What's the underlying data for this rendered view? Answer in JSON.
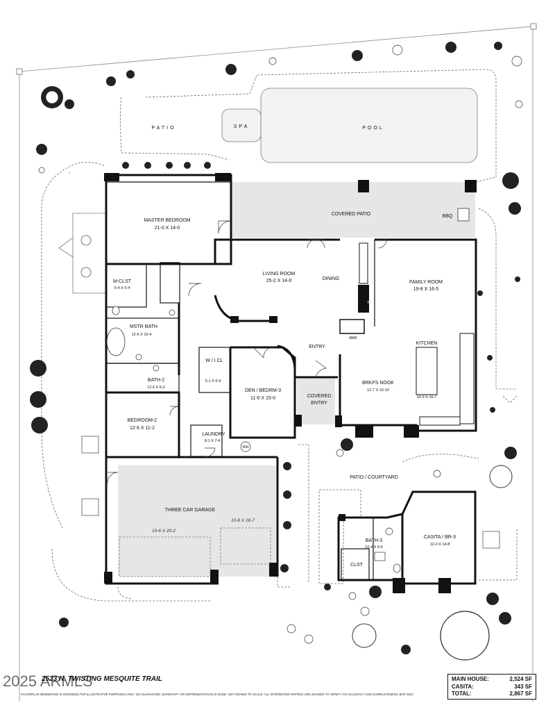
{
  "plan": {
    "address": "2523 N. TWISTING MESQUITE TRAIL",
    "watermark": "2025 ARMLS",
    "disclaimer": "FLOORPLAN RENDERING IS INTENDED FOR ILLUSTRATIVE PURPOSES ONLY. NO GUARANTEE, WARRANTY OR REPRESENTATION IS MADE. NOT DRAWN TO SCALE. ALL INTERESTED PARTIES ARE ADVISED TO VERIFY ITS ACCURACY AND COMPLETENESS. BAR 2023",
    "summary": [
      {
        "label": "MAIN HOUSE:",
        "value": "2,524 SF"
      },
      {
        "label": "CASITA:",
        "value": "343 SF"
      },
      {
        "label": "TOTAL:",
        "value": "2,867 SF"
      }
    ]
  },
  "outdoor": {
    "patio": "PATIO",
    "spa": "SPA",
    "pool": "POOL",
    "covered_patio": "COVERED PATIO",
    "bbq": "BBQ",
    "patio_courtyard": "PATIO / COURTYARD"
  },
  "rooms": {
    "master_bedroom": {
      "name": "MASTER BEDROOM",
      "dims": "21-0  X  14-0"
    },
    "m_clst": {
      "name": "M-CLST",
      "dims": "6-4 X 6-4"
    },
    "mstr_bath": {
      "name": "MSTR BATH",
      "dims": "12-6 X 10-4"
    },
    "bath2": {
      "name": "BATH-2",
      "dims": "12.6 X 6-2"
    },
    "bedroom2": {
      "name": "BEDROOM-2",
      "dims": "12-6  X  11-2"
    },
    "wicl": {
      "name": "W / I  CL",
      "dims": "5-1 X 6-9"
    },
    "laundry": {
      "name": "LAUNDRY",
      "dims": "8-1 X 7-4"
    },
    "wh": "WH",
    "den": {
      "name": "DEN / BEDRM-3",
      "dims": "11-0  X  15-0"
    },
    "living": {
      "name": "LIVING ROOM",
      "dims": "25-2  X  14-0"
    },
    "dining": "DINING",
    "entry": "ENTRY",
    "covered_entry": {
      "line1": "COVERED",
      "line2": "ENTRY"
    },
    "fp": "FP",
    "bar": "BAR",
    "family": {
      "name": "FAMILY ROOM",
      "dims": "19-8  X  16-5"
    },
    "kitchen": {
      "name": "KITCHEN",
      "dims": "10-9 X 16-7"
    },
    "brkfs": {
      "name": "BRKFS NOOK",
      "dims": "12-7 X 15-10"
    },
    "garage": {
      "name": "THREE CAR GARAGE",
      "dims_left": "19-6 X 20-2",
      "dims_right": "10-8 X 18-7"
    },
    "bath3": {
      "name": "BATH-3",
      "dims": "10-4 X 9-9"
    },
    "clst": "CLST",
    "casita": {
      "name": "CASITA / BR-3",
      "dims": "12-0  X  14-8"
    }
  },
  "icons": [
    "tree-icon",
    "shrub-icon",
    "palm-icon",
    "boulder-icon",
    "door-swing-icon",
    "toilet-icon",
    "tub-icon",
    "sink-icon"
  ]
}
